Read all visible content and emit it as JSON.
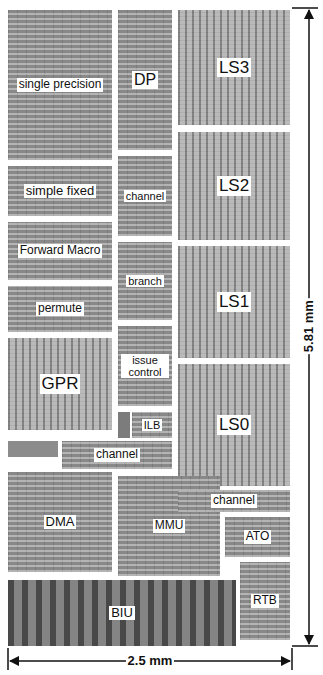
{
  "diagram": {
    "nodes": [
      {
        "text": [
          "single precision"
        ]
      },
      {
        "text": [
          "DP"
        ]
      },
      {
        "text": [
          "LS3"
        ]
      },
      {
        "text": [
          "channel"
        ]
      },
      {
        "text": [
          "simple fixed"
        ]
      },
      {
        "text": [
          "LS2"
        ]
      },
      {
        "text": [
          "Forward Macro"
        ]
      },
      {
        "text": [
          "branch"
        ]
      },
      {
        "text": [
          "LS1"
        ]
      },
      {
        "text": [
          "permute"
        ]
      },
      {
        "text": [
          "issue control"
        ]
      },
      {
        "text": [
          "GPR"
        ]
      },
      {
        "text": [
          "ILB"
        ]
      },
      {
        "text": [
          "LS0"
        ]
      },
      {
        "text": [
          "channel"
        ]
      },
      {
        "text": [
          "DMA"
        ]
      },
      {
        "text": [
          "MMU"
        ]
      },
      {
        "text": [
          "channel"
        ]
      },
      {
        "text": [
          "ATO"
        ]
      },
      {
        "text": [
          "RTB"
        ]
      },
      {
        "text": [
          "BIU"
        ]
      }
    ],
    "labels": [
      "5.81 mm",
      "2.5 mm"
    ]
  }
}
